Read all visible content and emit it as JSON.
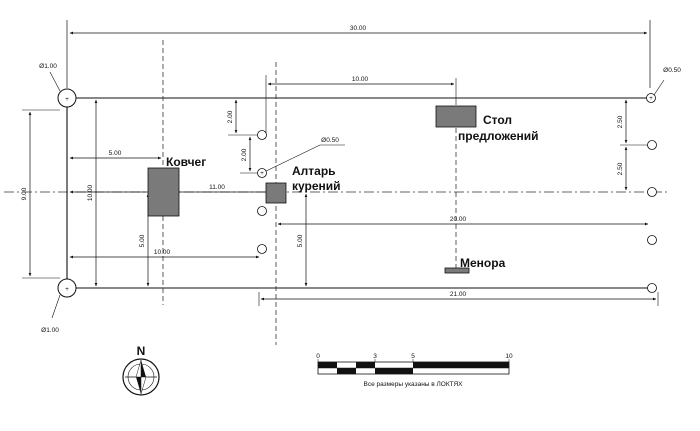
{
  "dimensions": {
    "d30": "30.00",
    "d10_top": "10.00",
    "d200_a": "2.00",
    "d200_b": "2.00",
    "d050_alt": "Ø0.50",
    "d500_ark": "5.00",
    "d1100": "11.00",
    "d1000_left": "10.00",
    "d900": "9.00",
    "d500_vert": "5.00",
    "d1000_bottom": "10.00",
    "d500_alt_vert": "5.00",
    "d2000": "20.00",
    "d2100": "21.00",
    "d250_a": "2.50",
    "d250_b": "2.50",
    "d100_top": "Ø1.00",
    "d100_bottom": "Ø1.00",
    "d050_right": "Ø0.50"
  },
  "labels": {
    "ark": "Ковчег",
    "altar_line1": "Алтарь",
    "altar_line2": "курений",
    "table_line1": "Стол",
    "table_line2": "предложений",
    "menorah": "Менора"
  },
  "compass": {
    "north": "N"
  },
  "scale_bar": {
    "ticks": [
      "0",
      "3",
      "5",
      "10"
    ],
    "caption": "Все размеры указаны в ЛОКТЯХ"
  }
}
